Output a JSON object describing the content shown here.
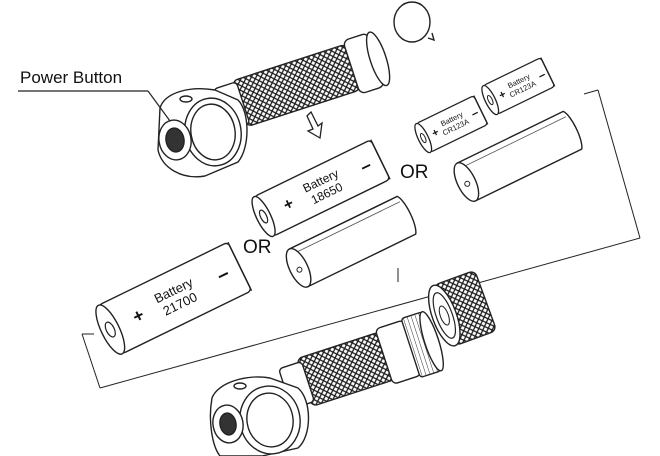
{
  "callouts": {
    "power_button": "Power Button",
    "or_1": "OR",
    "or_2": "OR"
  },
  "batteries": {
    "b21700": {
      "word": "Battery",
      "model": "21700",
      "plus": "+",
      "minus": "–"
    },
    "b18650": {
      "word": "Battery",
      "model": "18650",
      "plus": "+",
      "minus": "–"
    },
    "cr123a_front": {
      "word": "Battery",
      "model": "CR123A",
      "plus": "+",
      "minus": "–"
    },
    "cr123a_back": {
      "word": "Battery",
      "model": "CR123A",
      "plus": "+",
      "minus": "–"
    }
  }
}
